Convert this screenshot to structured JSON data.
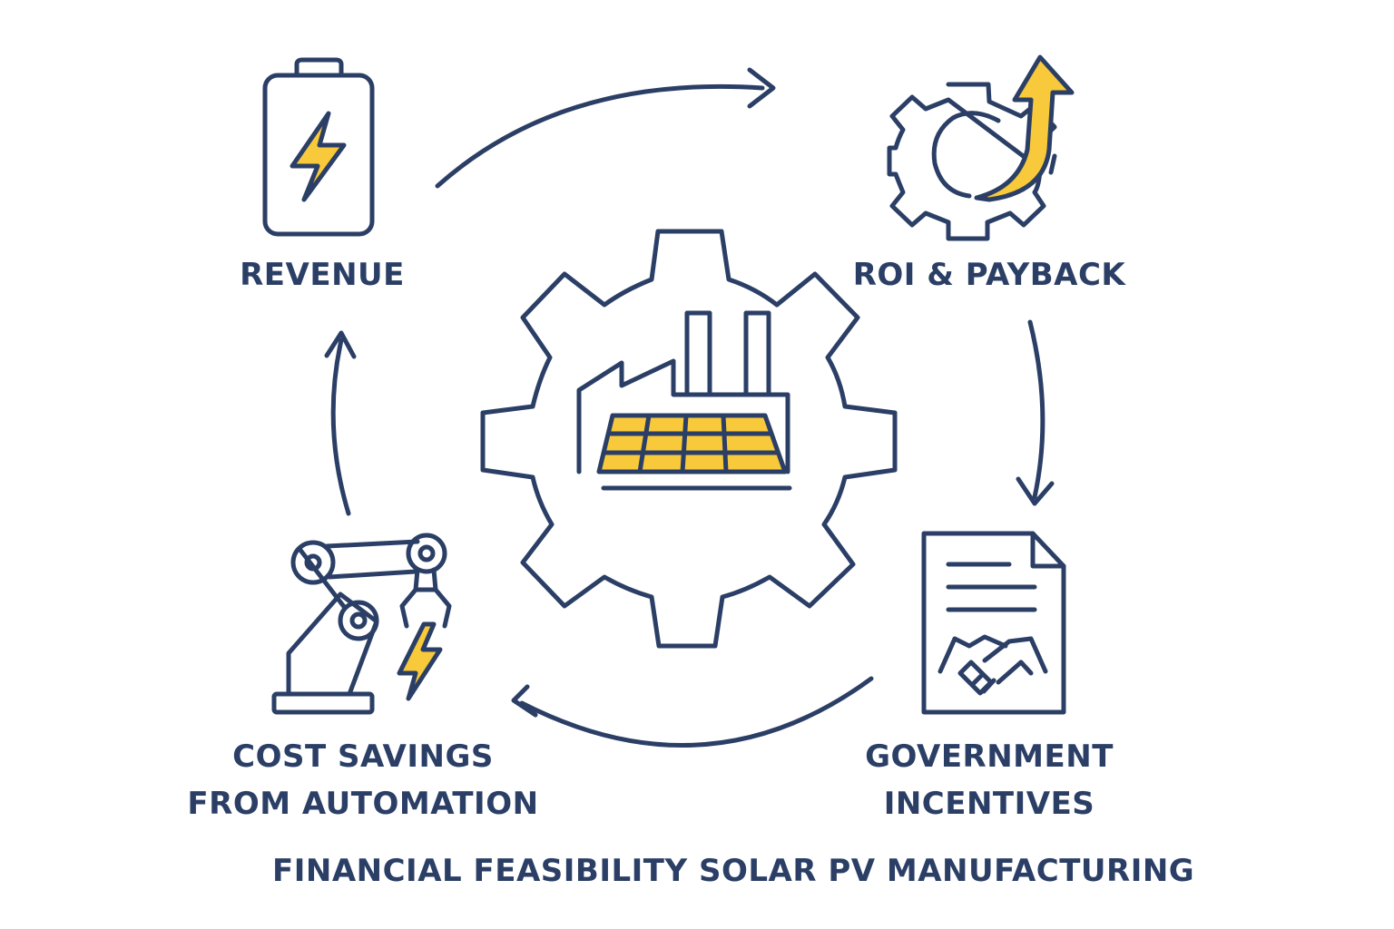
{
  "colors": {
    "stroke": "#2b3f66",
    "accent": "#f8c93a",
    "background": "#ffffff"
  },
  "nodes": [
    {
      "id": "revenue",
      "label": "REVENUE",
      "icon": "battery-lightning-icon"
    },
    {
      "id": "roi",
      "label": "ROI & PAYBACK",
      "icon": "gear-up-arrow-icon"
    },
    {
      "id": "incentives",
      "label_lines": [
        "GOVERNMENT",
        "INCENTIVES"
      ],
      "icon": "document-handshake-icon"
    },
    {
      "id": "cost",
      "label_lines": [
        "COST SAVINGS",
        "FROM AUTOMATION"
      ],
      "icon": "robot-arm-lightning-icon"
    }
  ],
  "center_icon": "gear-factory-solar-panel-icon",
  "footer": "FINANCIAL FEASIBILITY SOLAR PV MANUFACTURING"
}
